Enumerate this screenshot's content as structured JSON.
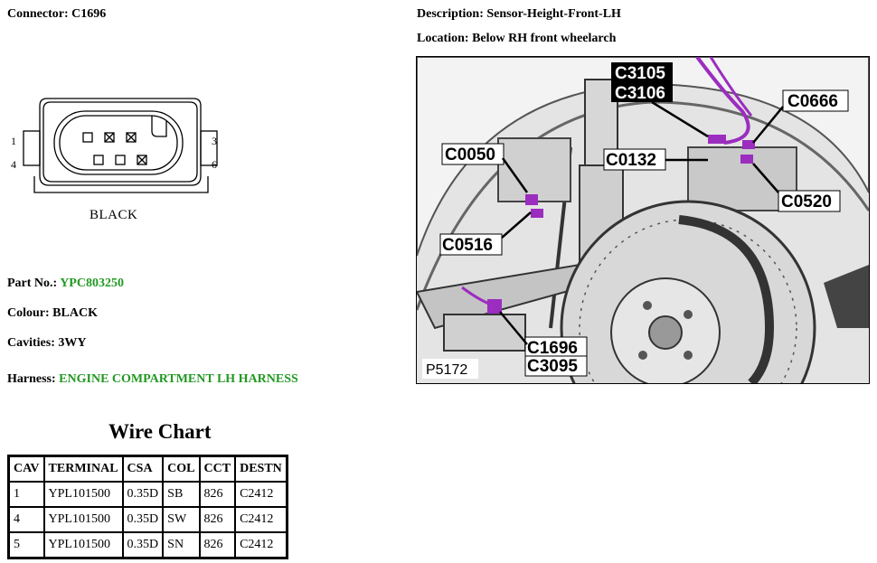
{
  "connector": {
    "label": "Connector:",
    "value": "C1696"
  },
  "description": {
    "label": "Description:",
    "value": "Sensor-Height-Front-LH"
  },
  "location": {
    "label": "Location:",
    "value": "Below RH front wheelarch"
  },
  "diagram": {
    "pin_numbers": [
      "1",
      "4",
      "3",
      "6"
    ],
    "colour_label": "BLACK"
  },
  "part": {
    "label": "Part No.:",
    "value": "YPC803250"
  },
  "colour": {
    "label": "Colour:",
    "value": "BLACK"
  },
  "cavities": {
    "label": "Cavities:",
    "value": "3WY"
  },
  "harness": {
    "label": "Harness:",
    "value": "ENGINE COMPARTMENT LH HARNESS"
  },
  "photo": {
    "callouts": [
      "C3105",
      "C3106",
      "C0666",
      "C0050",
      "C0132",
      "C0520",
      "C0516",
      "C1696",
      "C3095"
    ],
    "ref": "P5172"
  },
  "wire_chart": {
    "title": "Wire Chart",
    "headers": [
      "CAV",
      "TERMINAL",
      "CSA",
      "COL",
      "CCT",
      "DESTN"
    ],
    "rows": [
      [
        "1",
        "YPL101500",
        "0.35D",
        "SB",
        "826",
        "C2412"
      ],
      [
        "4",
        "YPL101500",
        "0.35D",
        "SW",
        "826",
        "C2412"
      ],
      [
        "5",
        "YPL101500",
        "0.35D",
        "SN",
        "826",
        "C2412"
      ]
    ]
  },
  "colors": {
    "green_link": "#229922",
    "connector_purple": "#9b2dbf"
  }
}
